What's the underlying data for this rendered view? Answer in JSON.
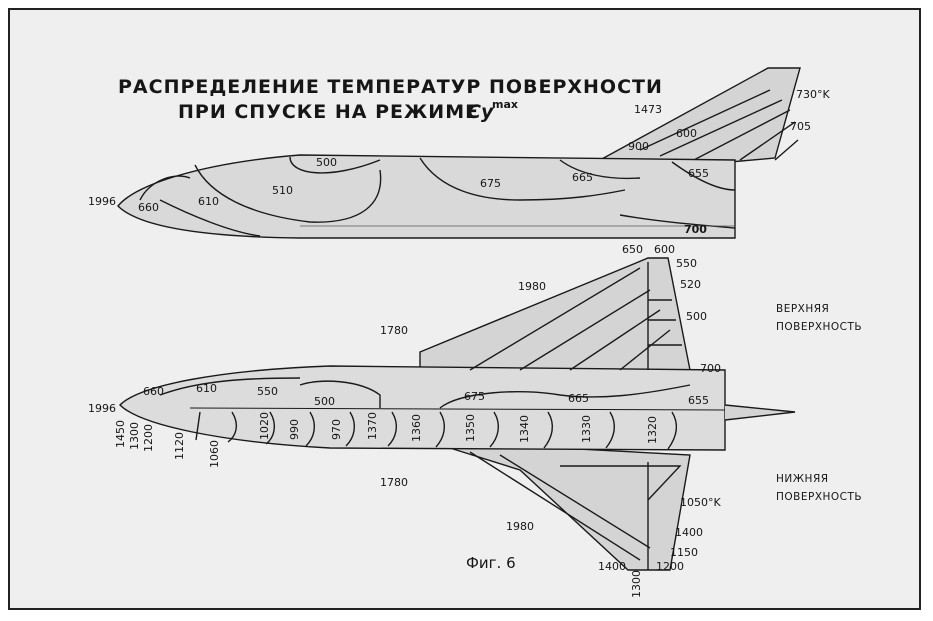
{
  "title": {
    "line1": "РАСПРЕДЕЛЕНИЕ ТЕМПЕРАТУР ПОВЕРХНОСТИ",
    "line2": "ПРИ СПУСКЕ НА РЕЖИМЕ",
    "symbol": "Cy",
    "symbol_sup": "max"
  },
  "side_view": {
    "nose": "1996",
    "labels": [
      "660",
      "610",
      "510",
      "500",
      "675",
      "665",
      "655",
      "700",
      "900",
      "600",
      "1473",
      "705"
    ],
    "fin_top": "730°K",
    "below_tail": [
      "650",
      "600"
    ]
  },
  "plan_view": {
    "upper_label": [
      "ВЕРХНЯЯ",
      "ПОВЕРХНОСТЬ"
    ],
    "lower_label": [
      "НИЖНЯЯ",
      "ПОВЕРХНОСТЬ"
    ],
    "upper_values": [
      "1996",
      "660",
      "610",
      "550",
      "500",
      "675",
      "665",
      "655",
      "1980",
      "1780",
      "550",
      "520",
      "500",
      "700"
    ],
    "lower_values": [
      "1450",
      "1300",
      "1200",
      "1120",
      "1060",
      "1020",
      "990",
      "970",
      "1370",
      "1360",
      "1350",
      "1340",
      "1330",
      "1320",
      "1780",
      "1980",
      "1400",
      "1300",
      "1200",
      "1150",
      "1400"
    ],
    "lower_unit_value": "1050°K"
  },
  "caption": "Фиг. 6"
}
